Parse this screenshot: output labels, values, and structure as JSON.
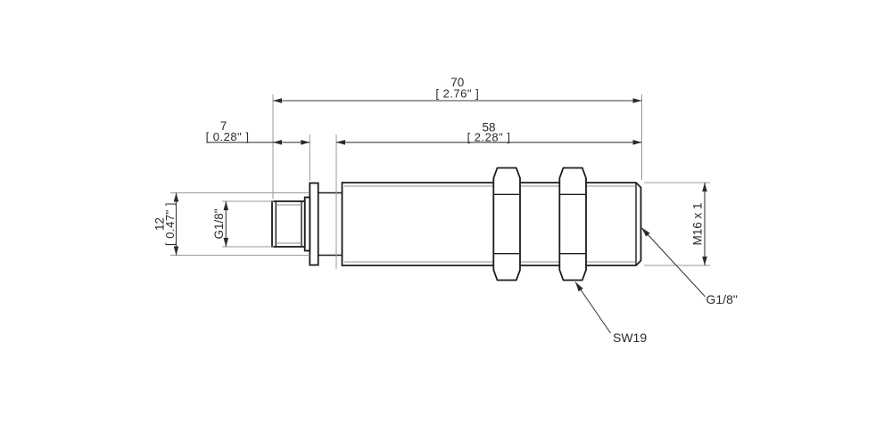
{
  "drawing": {
    "background": "#ffffff",
    "line_colors": {
      "outline": "#1c1c1c",
      "dimension": "#3c3c3c",
      "extension": "#9a9a9a"
    },
    "dimensions": {
      "overall_length": {
        "mm": "70",
        "inch": "[ 2.76\" ]"
      },
      "thread_length": {
        "mm": "58",
        "inch": "[ 2.28\" ]"
      },
      "port_length": {
        "mm": "7",
        "inch": "[ 0.28\" ]"
      },
      "collar_diameter": {
        "mm": "12",
        "inch": "[ 0.47\" ]"
      }
    },
    "labels": {
      "port_thread": "G1/8\"",
      "body_thread": "M16 x 1",
      "outlet_thread": "G1/8\"",
      "hex_wrench_size": "SW19"
    }
  }
}
